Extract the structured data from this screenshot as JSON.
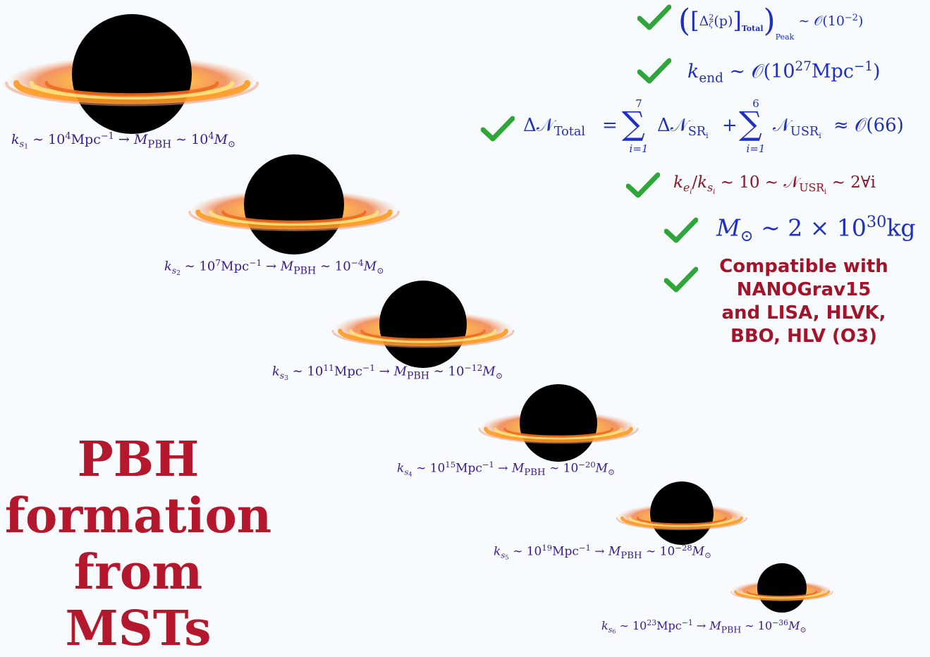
{
  "title_lines": [
    "PBH",
    "formation",
    "from",
    "MSTs"
  ],
  "compatibility_lines": [
    "Compatible with",
    "NANOGrav15",
    "and LISA, HLVK,",
    "BBO, HLV (O3)"
  ],
  "equations": {
    "peak_power": {
      "inner": "Δ",
      "sub_zeta": "ζ",
      "sup_2": "2",
      "arg": "(p)",
      "total_sub": "Total",
      "peak_sub": "Peak",
      "rhs": "∼ 𝒪(10",
      "rhs_exp": "−2",
      "rhs_close": ")"
    },
    "k_end": {
      "k": "k",
      "sub": "end",
      "rhs": "∼ 𝒪(10",
      "exp": "27",
      "unit": "Mpc",
      "unit_exp": "−1",
      "close": ")"
    },
    "delta_n_total": {
      "lhs": "Δ𝒩",
      "lhs_sub": "Total",
      "eq": "=",
      "sum1_top": "7",
      "sum1_bottom": "i=1",
      "term1": "Δ𝒩",
      "term1_sub": "SR",
      "term1_subsub": "i",
      "plus": "+",
      "sum2_top": "6",
      "sum2_bottom": "i=1",
      "term2": "𝒩",
      "term2_sub": "USR",
      "term2_subsub": "i",
      "rhs": "≈ 𝒪(66)"
    },
    "ratio": {
      "ke": "k",
      "ke_sub": "e",
      "ke_subsub": "i",
      "slash": "/",
      "ks": "k",
      "ks_sub": "s",
      "ks_subsub": "i",
      "mid": "∼ 10 ∼ 𝒩",
      "n_sub": "USR",
      "n_subsub": "i",
      "rhs": "∼ 2∀i"
    },
    "solar_mass": {
      "lhs": "M",
      "lhs_sub": "⊙",
      "rhs": "∼ 2 × 10",
      "exp": "30",
      "unit": "kg"
    }
  },
  "black_holes": [
    {
      "s": "1",
      "k_exp": "4",
      "unit": "Mpc",
      "unit_exp": "−1",
      "arrow": "→",
      "m": "M",
      "m_sub": "PBH",
      "sim": "∼ 10",
      "m_exp": "4",
      "m_unit": "M",
      "m_unit_sub": "⊙"
    },
    {
      "s": "2",
      "k_exp": "7",
      "unit": "Mpc",
      "unit_exp": "−1",
      "arrow": "→",
      "m": "M",
      "m_sub": "PBH",
      "sim": "∼ 10",
      "m_exp": "−4",
      "m_unit": "M",
      "m_unit_sub": "⊙"
    },
    {
      "s": "3",
      "k_exp": "11",
      "unit": "Mpc",
      "unit_exp": "−1",
      "arrow": "→",
      "m": "M",
      "m_sub": "PBH",
      "sim": "∼ 10",
      "m_exp": "−12",
      "m_unit": "M",
      "m_unit_sub": "⊙"
    },
    {
      "s": "4",
      "k_exp": "15",
      "unit": "Mpc",
      "unit_exp": "−1",
      "arrow": "→",
      "m": "M",
      "m_sub": "PBH",
      "sim": "∼ 10",
      "m_exp": "−20",
      "m_unit": "M",
      "m_unit_sub": "⊙"
    },
    {
      "s": "5",
      "k_exp": "19",
      "unit": "Mpc",
      "unit_exp": "−1",
      "arrow": "→",
      "m": "M",
      "m_sub": "PBH",
      "sim": "∼ 10",
      "m_exp": "−28",
      "m_unit": "M",
      "m_unit_sub": "⊙"
    },
    {
      "s": "6",
      "k_exp": "23",
      "unit": "Mpc",
      "unit_exp": "−1",
      "arrow": "→",
      "m": "M",
      "m_sub": "PBH",
      "sim": "∼ 10",
      "m_exp": "−36",
      "m_unit": "M",
      "m_unit_sub": "⊙"
    }
  ],
  "label_prefix": {
    "k": "k",
    "s": "s",
    "sim": "∼ 10"
  },
  "colors": {
    "title": "#b5172d",
    "compat": "#a3142b",
    "check": "#2fa53a",
    "blue_eq": "#1f2fbf",
    "red_eq": "#8a1428",
    "label": "#3c1a8c"
  }
}
